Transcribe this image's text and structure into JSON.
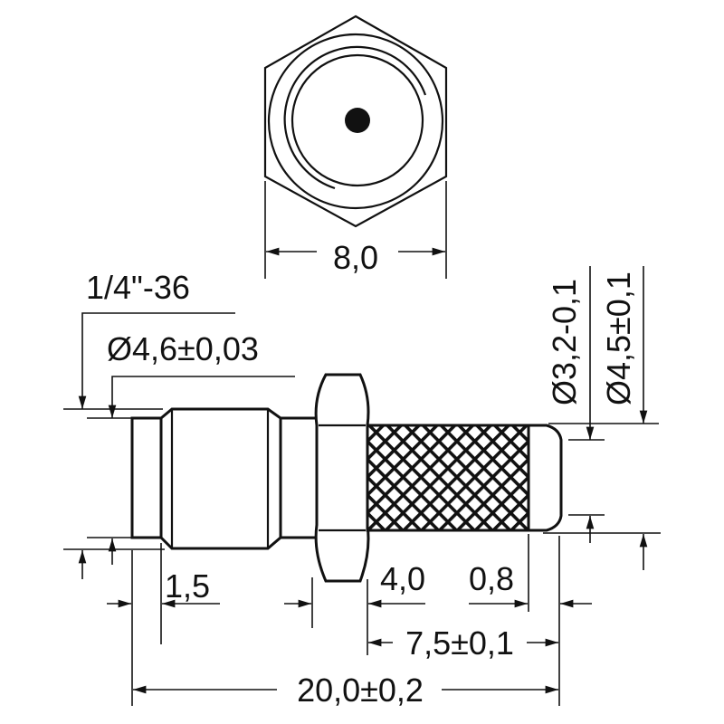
{
  "drawing": {
    "type": "technical-drawing",
    "subject": "connector (front view and side view)",
    "line_color": "#111111",
    "background": "#ffffff"
  },
  "front_view": {
    "width_label": "8,0"
  },
  "side_view": {
    "thread_label": "1/4\"-36",
    "diameter_body_label": "Ø4,6±0,03",
    "diameter_crimp_inner_label": "Ø3,2-0,1",
    "diameter_crimp_outer_label": "Ø4,5±0,1",
    "length_front_label": "1,5",
    "length_knurl_label": "4,0",
    "length_tip_label": "0,8",
    "length_crimp_label": "7,5±0,1",
    "length_total_label": "20,0±0,2"
  }
}
